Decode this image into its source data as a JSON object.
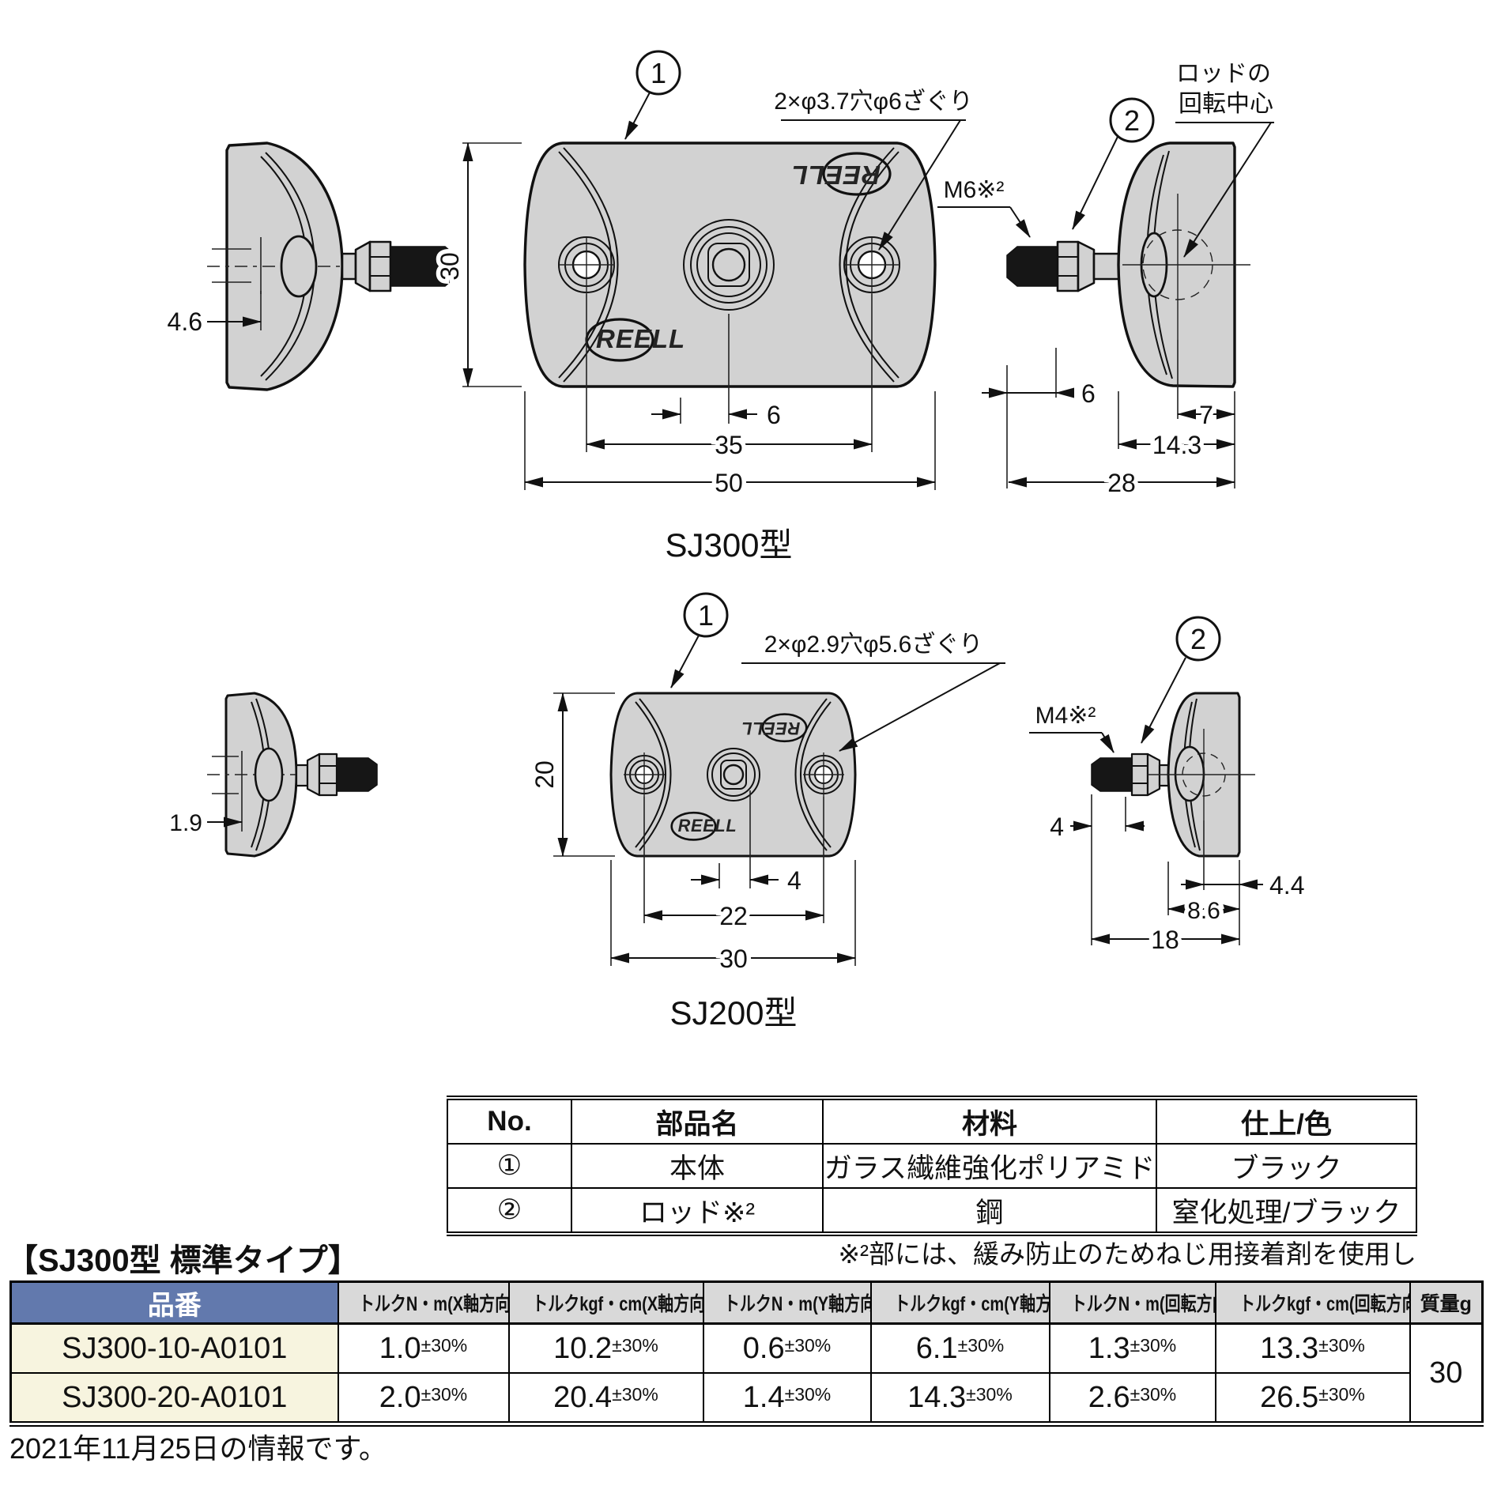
{
  "doc": {
    "logo_text": "REELL",
    "callouts": {
      "c1": "1",
      "c2": "2"
    },
    "labels": {
      "sj300": "SJ300型",
      "sj200": "SJ200型"
    },
    "sj300": {
      "hole_note": "2×φ3.7穴φ6ざぐり",
      "thread_note": "M6※²",
      "rot_note1": "ロッドの",
      "rot_note2": "回転中心",
      "dim_height": "30",
      "dim_offset": "6",
      "dim_spacing": "35",
      "dim_width": "50",
      "dim_side": "4.6",
      "dim_rod": "6",
      "dim_center": "7",
      "dim_depth": "14.3",
      "dim_total": "28"
    },
    "sj200": {
      "hole_note": "2×φ2.9穴φ5.6ざぐり",
      "thread_note": "M4※²",
      "dim_height": "20",
      "dim_offset": "4",
      "dim_spacing": "22",
      "dim_width": "30",
      "dim_side": "1.9",
      "dim_rod": "4",
      "dim_center": "4.4",
      "dim_depth": "8.6",
      "dim_total": "18"
    },
    "parts_table": {
      "headers": [
        "No.",
        "部品名",
        "材料",
        "仕上/色"
      ],
      "rows": [
        {
          "no": "①",
          "name": "本体",
          "material": "ガラス繊維強化ポリアミド",
          "finish": "ブラック"
        },
        {
          "no": "②",
          "name": "ロッド※²",
          "material": "鋼",
          "finish": "窒化処理/ブラック"
        }
      ]
    },
    "parts_note": "※²部には、緩み防止のためねじ用接着剤を使用し",
    "spec": {
      "heading": "【SJ300型 標準タイプ】",
      "col_part": "品番",
      "cols": [
        "トルクN・m(X軸方向)",
        "トルクkgf・cm(X軸方向)",
        "トルクN・m(Y軸方向)",
        "トルクkgf・cm(Y軸方向)",
        "トルクN・m(回転方向)",
        "トルクkgf・cm(回転方向)"
      ],
      "col_mass": "質量g",
      "tol": "±30%",
      "rows": [
        {
          "part": "SJ300-10-A0101",
          "v": [
            "1.0",
            "10.2",
            "0.6",
            "6.1",
            "1.3",
            "13.3"
          ]
        },
        {
          "part": "SJ300-20-A0101",
          "v": [
            "2.0",
            "20.4",
            "1.4",
            "14.3",
            "2.6",
            "26.5"
          ]
        }
      ],
      "mass": "30"
    },
    "footer": "2021年11月25日の情報です。"
  }
}
